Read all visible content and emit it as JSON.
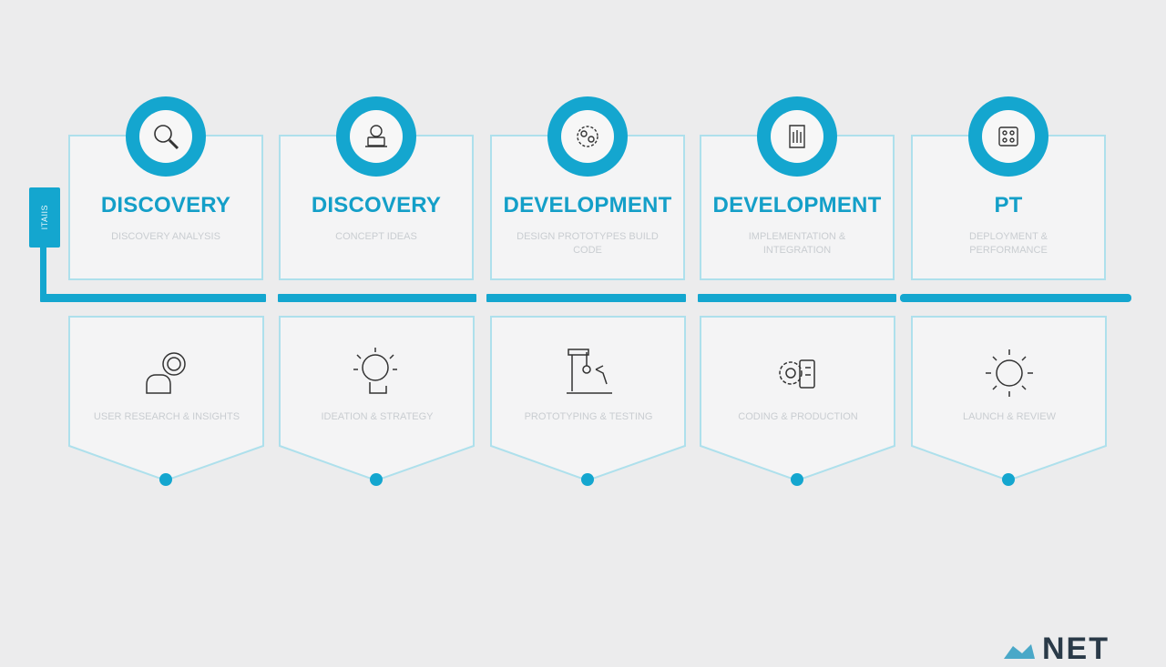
{
  "side_tag": {
    "label": "ITAIIS"
  },
  "colors": {
    "accent": "#14a6cf",
    "card_border": "#aee0ec",
    "background": "#ececed"
  },
  "stages": [
    {
      "title": "DISCOVERY",
      "subtitle": "DISCOVERY ANALYSIS",
      "top_icon": "magnifier-icon",
      "bottom_icon": "research-desk-icon",
      "caption": "USER RESEARCH & INSIGHTS"
    },
    {
      "title": "DISCOVERY",
      "subtitle": "CONCEPT IDEAS",
      "top_icon": "idea-station-icon",
      "bottom_icon": "brainstorm-head-icon",
      "caption": "IDEATION & STRATEGY"
    },
    {
      "title": "DEVELOPMENT",
      "subtitle": "DESIGN PROTOTYPES BUILD CODE",
      "top_icon": "cog-cluster-icon",
      "bottom_icon": "robotic-arm-icon",
      "caption": "PROTOTYPING & TESTING"
    },
    {
      "title": "DEVELOPMENT",
      "subtitle": "IMPLEMENTATION & INTEGRATION",
      "top_icon": "document-icon",
      "bottom_icon": "gear-system-icon",
      "caption": "CODING & PRODUCTION"
    },
    {
      "title": "PT",
      "subtitle": "DEPLOYMENT & PERFORMANCE",
      "top_icon": "network-grid-icon",
      "bottom_icon": "sun-icon",
      "caption": "LAUNCH & REVIEW"
    }
  ],
  "logo": {
    "text": "NET"
  }
}
